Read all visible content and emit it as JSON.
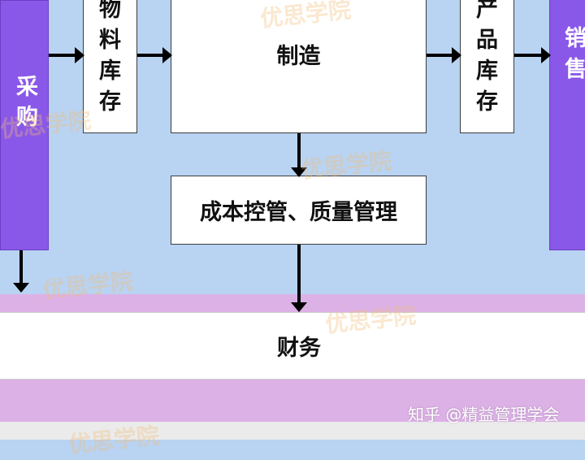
{
  "nodes": {
    "purchase": "采购",
    "material_stock": [
      "物",
      "料",
      "库",
      "存"
    ],
    "manufacturing": "制造",
    "product_stock": [
      "产",
      "品",
      "库",
      "存"
    ],
    "sales": [
      "销",
      "售"
    ],
    "cost_quality": "成本控管、质量管理",
    "finance": "财务"
  },
  "watermark": "优思学院",
  "credit": "知乎 @精益管理学会",
  "colors": {
    "background": "#b9d3f2",
    "purple": "#8a58e8",
    "pink_band": "#dcb1e6",
    "box_border": "#3d3d3d"
  }
}
